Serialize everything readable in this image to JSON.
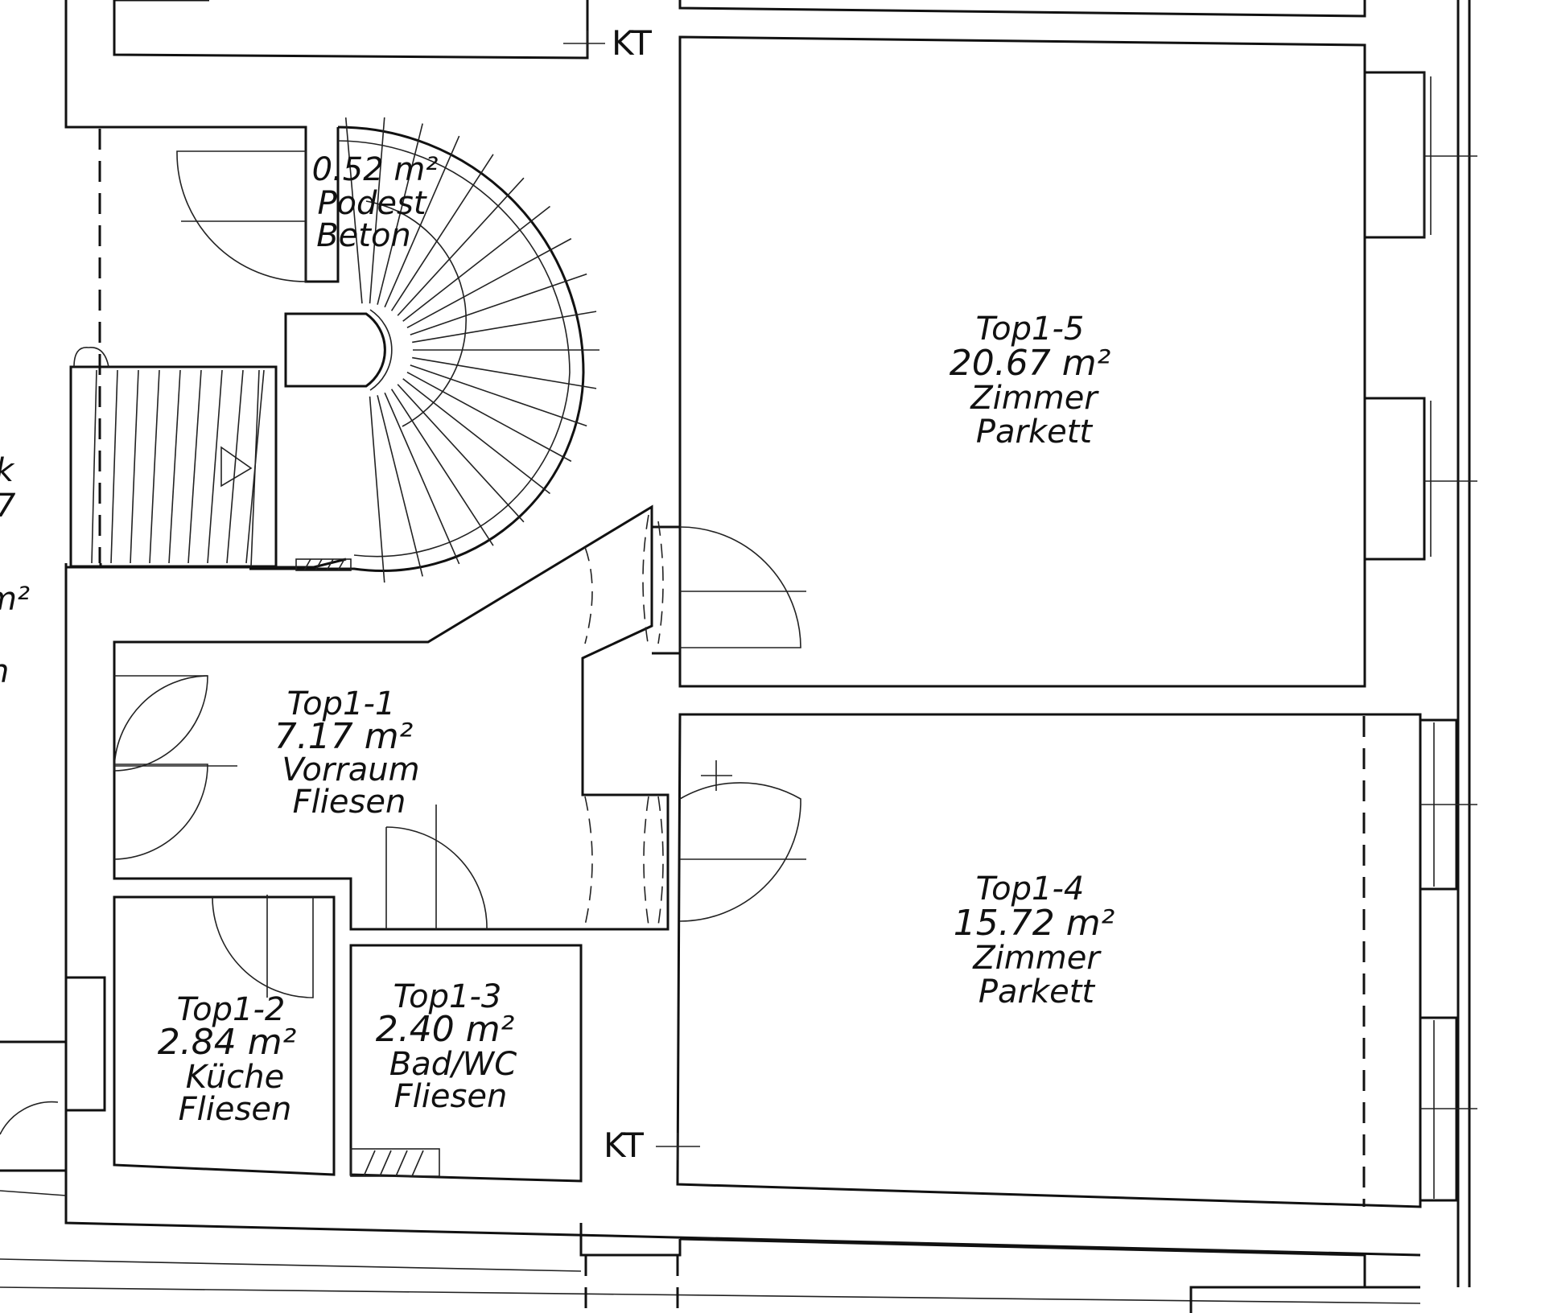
{
  "rooms": [
    {
      "id": "Top1-5",
      "area": "20.67 m²",
      "use": "Zimmer",
      "floor": "Parkett"
    },
    {
      "id": "Top1-4",
      "area": "15.72 m²",
      "use": "Zimmer",
      "floor": "Parkett"
    },
    {
      "id": "Top1-1",
      "area": "7.17 m²",
      "use": "Vorraum",
      "floor": "Fliesen"
    },
    {
      "id": "Top1-2",
      "area": "2.84 m²",
      "use": "Küche",
      "floor": "Fliesen"
    },
    {
      "id": "Top1-3",
      "area": "2.40 m²",
      "use": "Bad/WC",
      "floor": "Fliesen"
    }
  ],
  "landing": {
    "area": "0.52 m²",
    "use": "Podest",
    "floor": "Beton"
  },
  "markers": {
    "top_kt": "KT",
    "bottom_kt": "KT"
  },
  "cut_off_left": [
    "k",
    "7",
    "m²",
    "n"
  ]
}
